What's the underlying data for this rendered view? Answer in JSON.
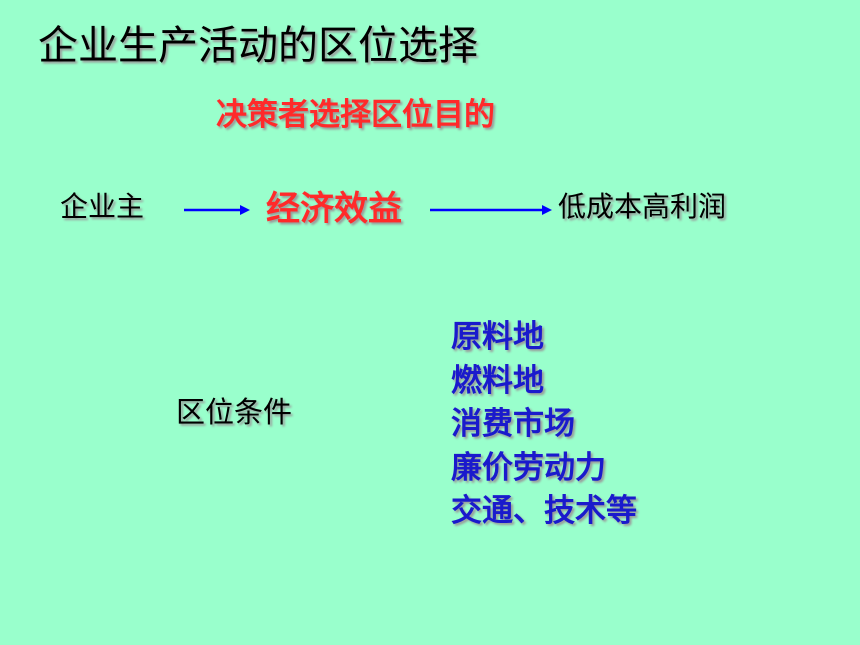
{
  "slide": {
    "title": "企业生产活动的区位选择",
    "subtitle": "决策者选择区位目的",
    "flow": {
      "actor": "企业主",
      "goal": "经济效益",
      "outcome": "低成本高利润",
      "arrow_color": "#0000ff"
    },
    "conditions": {
      "label": "区位条件",
      "items": [
        "原料地",
        "燃料地",
        "消费市场",
        "廉价劳动力",
        "交通、技术等"
      ]
    }
  },
  "colors": {
    "background": "#99ffcc",
    "title_text": "#000000",
    "emphasis_red": "#ff2a2a",
    "list_blue": "#1a1acc"
  }
}
